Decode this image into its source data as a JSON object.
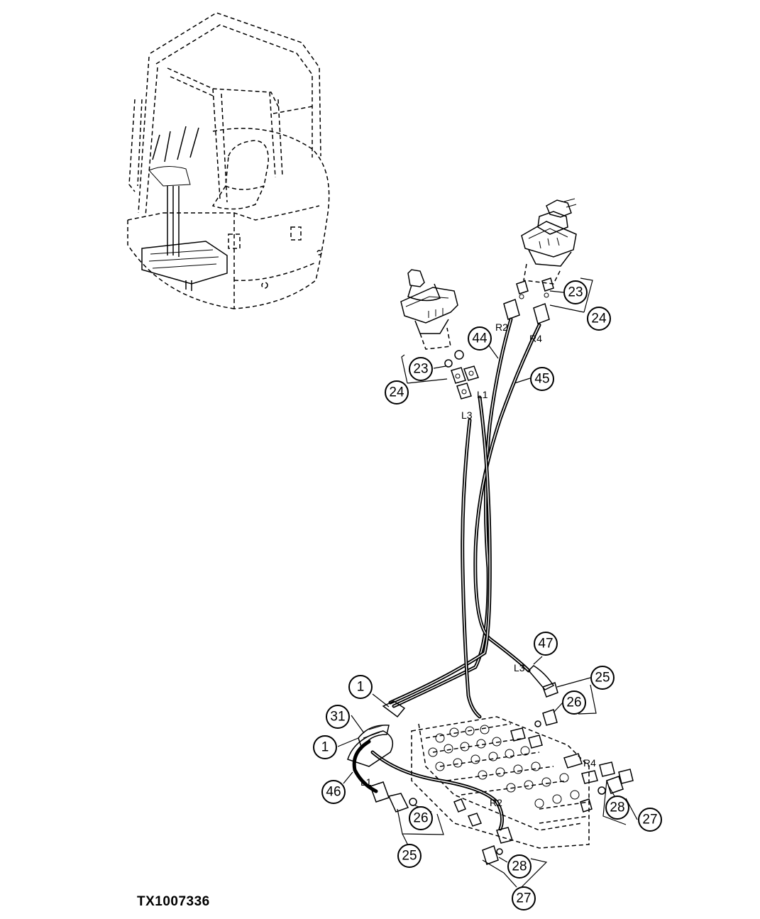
{
  "figure_id": "TX1007336",
  "callouts": [
    "1",
    "1",
    "23",
    "23",
    "24",
    "24",
    "25",
    "25",
    "26",
    "26",
    "27",
    "27",
    "28",
    "28",
    "31",
    "44",
    "45",
    "46",
    "47"
  ],
  "port_labels": [
    "R2",
    "R4",
    "L1",
    "L3",
    "L3",
    "R4",
    "L1",
    "R2"
  ]
}
